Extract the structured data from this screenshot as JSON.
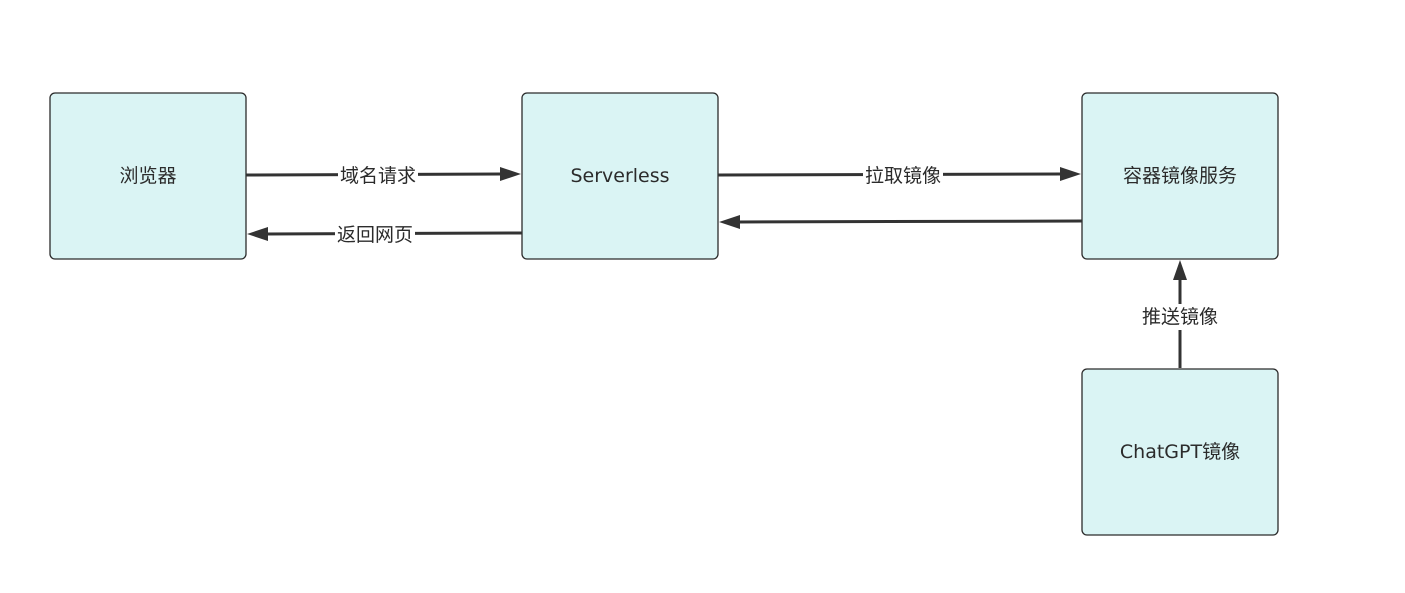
{
  "diagram": {
    "nodes": {
      "browser": "浏览器",
      "serverless": "Serverless",
      "registry": "容器镜像服务",
      "chatgpt": "ChatGPT镜像"
    },
    "edges": {
      "domain_request": "域名请求",
      "return_page": "返回网页",
      "pull_image": "拉取镜像",
      "push_image": "推送镜像"
    },
    "colors": {
      "node_fill": "#daf4f4",
      "node_stroke": "#2b2b2b",
      "edge": "#333333"
    }
  }
}
